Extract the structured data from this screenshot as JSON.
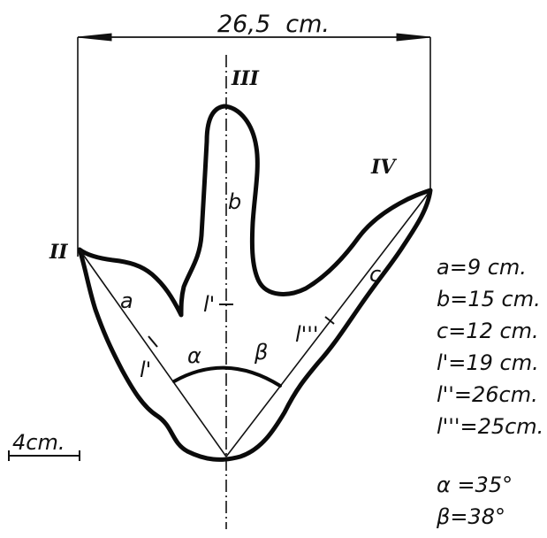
{
  "figure": {
    "total_width_label": "26,5  cm.",
    "digit_labels": {
      "II": "II",
      "III": "III",
      "IV": "IV"
    },
    "segment_labels": {
      "a": "a",
      "b": "b",
      "c": "c"
    },
    "length_marks": {
      "l1": "l'",
      "l2": "l'",
      "l3": "l'''"
    },
    "angle_labels": {
      "alpha": "α",
      "beta": "β"
    },
    "scale_bar_label": "4cm."
  },
  "legend": [
    "a=9 cm.",
    "b=15 cm.",
    "c=12 cm.",
    "l'=19 cm.",
    "l''=26cm.",
    "l'''=25cm.",
    "α =35°",
    "β=38°"
  ]
}
